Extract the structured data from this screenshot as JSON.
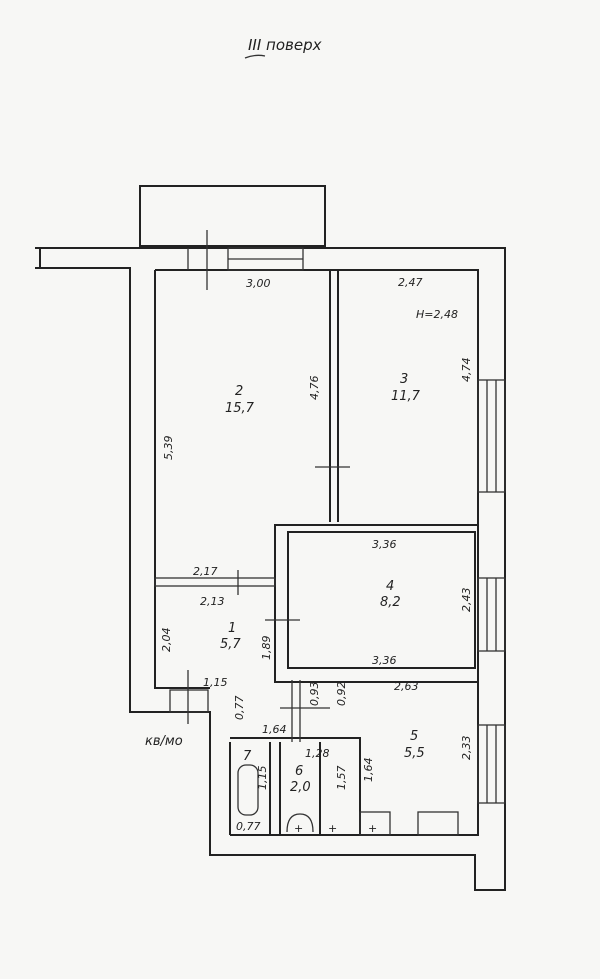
{
  "title": "III поверх",
  "ceiling_height": "H=2,48",
  "entrance_label": "кв/мо",
  "rooms": [
    {
      "number": "1",
      "area": "5,7"
    },
    {
      "number": "2",
      "area": "15,7"
    },
    {
      "number": "3",
      "area": "11,7"
    },
    {
      "number": "4",
      "area": "8,2"
    },
    {
      "number": "5",
      "area": "5,5"
    },
    {
      "number": "6",
      "area": "2,0"
    },
    {
      "number": "7",
      "area": ""
    }
  ],
  "dimensions": {
    "room2_top": "3,00",
    "room2_left": "5,39",
    "room2_right": "4,76",
    "room3_top": "2,47",
    "room3_right": "4,74",
    "room4_top": "3,36",
    "room4_bottom": "3,36",
    "room4_right": "2,43",
    "hall_top": "2,17",
    "hall_bottom": "2,13",
    "hall_left": "2,04",
    "hall_right": "1,89",
    "entry_width": "1,15",
    "corridor_a": "0,77",
    "corridor_b": "1,64",
    "closet_a": "0,93",
    "closet_b": "0,92",
    "kitchen_top": "2,63",
    "kitchen_right": "2,33",
    "kitchen_left": "1,64",
    "wc_top": "1,28",
    "wc_side": "1,57",
    "bath_side": "1,15",
    "bath_bottom": "0,77"
  }
}
